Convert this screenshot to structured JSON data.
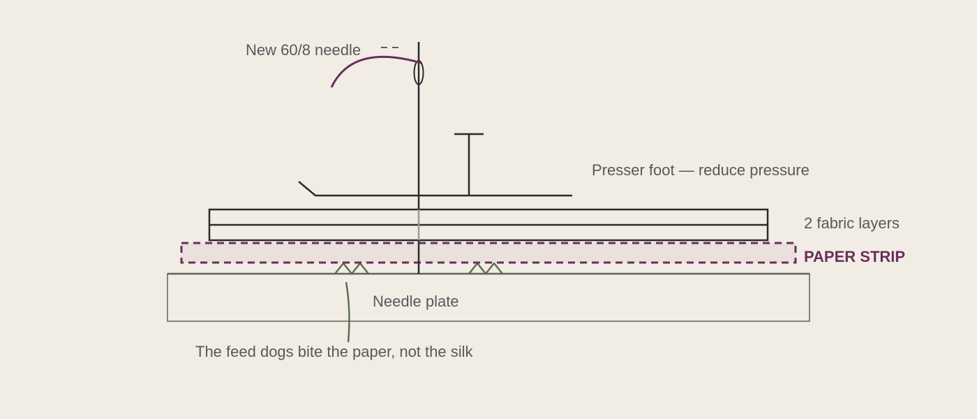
{
  "labels": {
    "needle": "New 60/8 needle",
    "presser_foot": "Presser foot — reduce pressure",
    "fabric": "2 fabric layers",
    "paper_strip": "PAPER STRIP",
    "needle_plate": "Needle plate",
    "feed_dogs": "The feed dogs bite the paper, not the silk"
  },
  "colors": {
    "background": "#f1ede4",
    "outline": "#2a2a2e",
    "label": "#58585c",
    "thread": "#6b2d5c",
    "paper_fill": "#eae0dc",
    "feed_dogs": "#5e6e52",
    "plate_edge": "#606060"
  }
}
